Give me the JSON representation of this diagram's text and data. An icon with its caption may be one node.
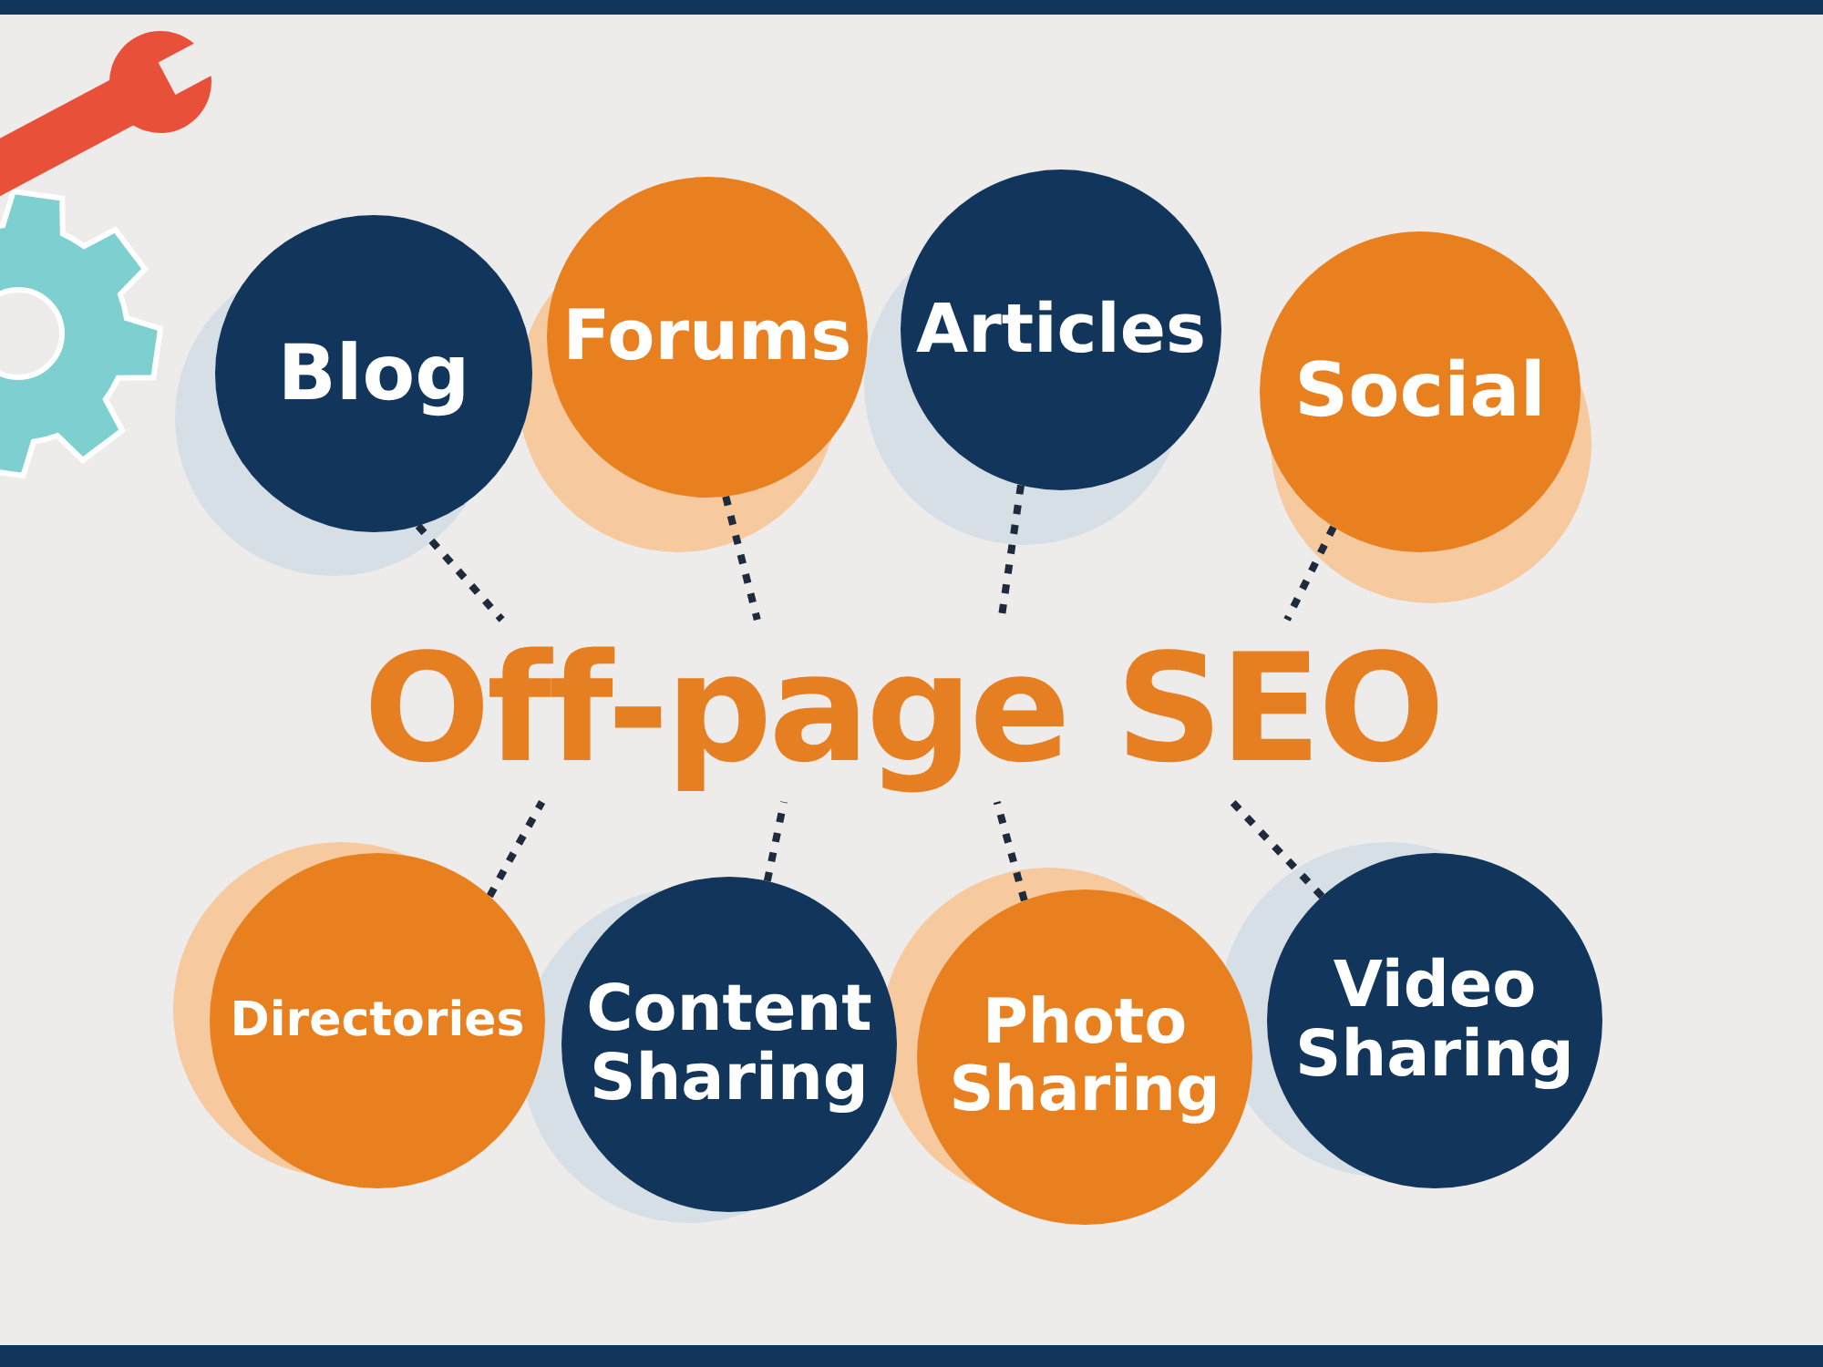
{
  "diagram": {
    "nodes": [
      {
        "text": [
          "Blog"
        ]
      },
      {
        "text": [
          "Forums"
        ]
      },
      {
        "text": [
          "Articles"
        ]
      },
      {
        "text": [
          "Social"
        ]
      },
      {
        "text": [
          "Off-page SEO"
        ]
      },
      {
        "text": [
          "Directories"
        ]
      },
      {
        "text": [
          "Content Sharing"
        ]
      },
      {
        "text": [
          "Photo Sharing"
        ]
      },
      {
        "text": [
          "Video Sharing"
        ]
      }
    ],
    "edges": [
      {
        "from": 0,
        "to": 4,
        "arrow": "none",
        "style": "dashed"
      },
      {
        "from": 1,
        "to": 4,
        "arrow": "none",
        "style": "dashed"
      },
      {
        "from": 2,
        "to": 4,
        "arrow": "none",
        "style": "dashed"
      },
      {
        "from": 3,
        "to": 4,
        "arrow": "none",
        "style": "dashed"
      },
      {
        "from": 5,
        "to": 4,
        "arrow": "none",
        "style": "dashed"
      },
      {
        "from": 6,
        "to": 4,
        "arrow": "none",
        "style": "dashed"
      },
      {
        "from": 7,
        "to": 4,
        "arrow": "none",
        "style": "dashed"
      },
      {
        "from": 8,
        "to": 4,
        "arrow": "none",
        "style": "dashed"
      }
    ]
  }
}
